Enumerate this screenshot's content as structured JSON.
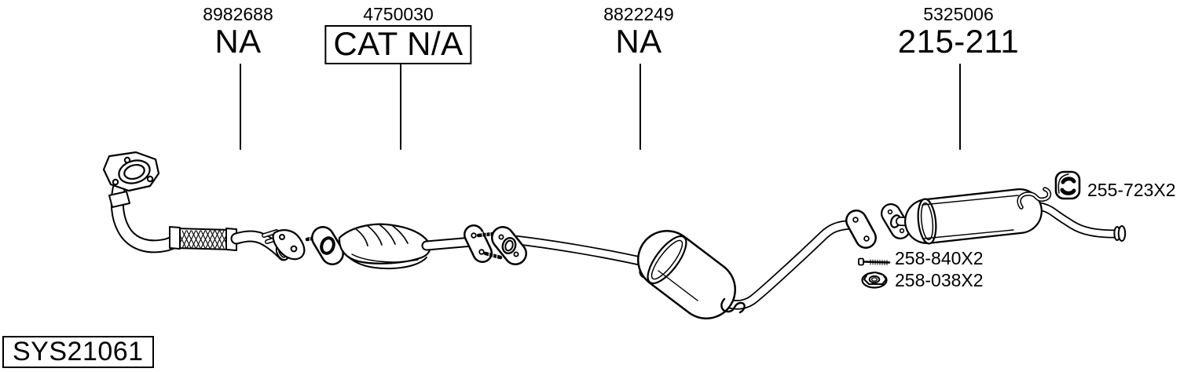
{
  "diagram": {
    "system_code": "SYS21061",
    "colors": {
      "line": "#000000",
      "background": "#ffffff"
    },
    "callouts": [
      {
        "part_number": "8982688",
        "label": "NA",
        "boxed": false,
        "component": "front-pipe"
      },
      {
        "part_number": "4750030",
        "label": "CAT N/A",
        "boxed": true,
        "component": "catalytic-converter"
      },
      {
        "part_number": "8822249",
        "label": "NA",
        "boxed": false,
        "component": "center-muffler"
      },
      {
        "part_number": "5325006",
        "label": "215-211",
        "boxed": false,
        "component": "rear-muffler"
      }
    ],
    "hardware": [
      {
        "icon": "rubber-hanger-icon",
        "label": "255-723X2"
      },
      {
        "icon": "bolt-icon",
        "label": "258-840X2"
      },
      {
        "icon": "flange-nut-icon",
        "label": "258-038X2"
      }
    ]
  }
}
